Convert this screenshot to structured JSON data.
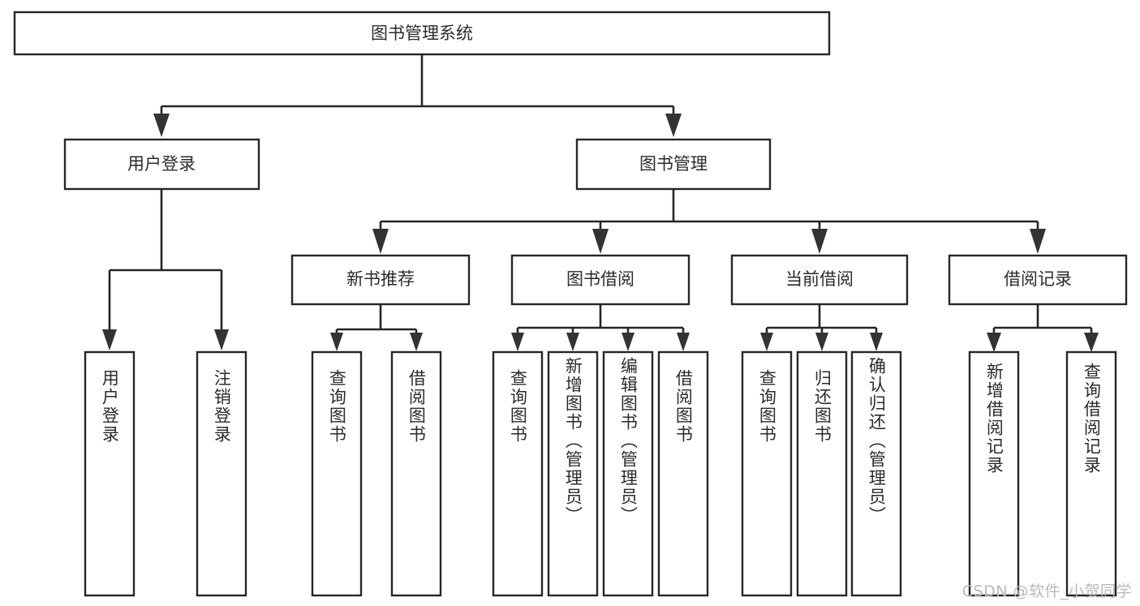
{
  "diagram": {
    "type": "tree-hierarchy-chart",
    "title": "图书管理系统",
    "colors": {
      "box_stroke": "#262626",
      "box_fill": "#ffffff",
      "connector": "#262626",
      "text": "#2b2b2b",
      "watermark": "#b9b9b9",
      "background": "#ffffff"
    },
    "root": {
      "label": "图书管理系统"
    },
    "level2": [
      {
        "label": "用户登录"
      },
      {
        "label": "图书管理"
      }
    ],
    "level3": [
      {
        "label": "新书推荐"
      },
      {
        "label": "图书借阅"
      },
      {
        "label": "当前借阅"
      },
      {
        "label": "借阅记录"
      }
    ],
    "leaves": {
      "user_login": [
        {
          "label": "用户登录"
        },
        {
          "label": "注销登录"
        }
      ],
      "new_book_recommend": [
        {
          "label": "查询图书"
        },
        {
          "label": "借阅图书"
        }
      ],
      "book_borrow": [
        {
          "label": "查询图书"
        },
        {
          "label": "新增图书（管理员）"
        },
        {
          "label": "编辑图书（管理员）"
        },
        {
          "label": "借阅图书"
        }
      ],
      "current_borrow": [
        {
          "label": "查询图书"
        },
        {
          "label": "归还图书"
        },
        {
          "label": "确认归还（管理员）"
        }
      ],
      "borrow_record": [
        {
          "label": "新增借阅记录"
        },
        {
          "label": "查询借阅记录"
        }
      ]
    },
    "watermark": "CSDN @软件_小贺同学"
  }
}
